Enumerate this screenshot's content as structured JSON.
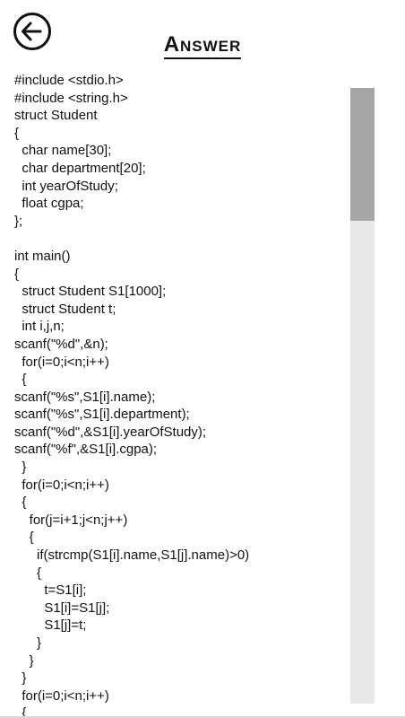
{
  "header": {
    "back_icon": "arrow-left-circle-icon",
    "title": "Answer"
  },
  "code": {
    "lines": [
      "#include <stdio.h>",
      "#include <string.h>",
      "struct Student",
      "{",
      "  char name[30];",
      "  char department[20];",
      "  int yearOfStudy;",
      "  float cgpa;",
      "};",
      "",
      "int main()",
      "{",
      "  struct Student S1[1000];",
      "  struct Student t;",
      "  int i,j,n;",
      "scanf(\"%d\",&n);",
      "  for(i=0;i<n;i++)",
      "  {",
      "scanf(\"%s\",S1[i].name);",
      "scanf(\"%s\",S1[i].department);",
      "scanf(\"%d\",&S1[i].yearOfStudy);",
      "scanf(\"%f\",&S1[i].cgpa);",
      "  }",
      "  for(i=0;i<n;i++)",
      "  {",
      "    for(j=i+1;j<n;j++)",
      "    {",
      "      if(strcmp(S1[i].name,S1[j].name)>0)",
      "      {",
      "        t=S1[i];",
      "        S1[i]=S1[j];",
      "        S1[j]=t;",
      "      }",
      "    }",
      "  }",
      "  for(i=0;i<n;i++)",
      "  {"
    ]
  },
  "scrollbar": {
    "position_fraction": 0.0,
    "visible_fraction": 0.216
  }
}
